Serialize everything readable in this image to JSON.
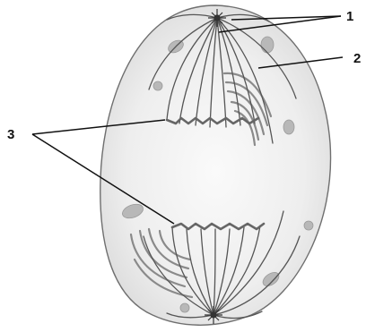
{
  "labels": {
    "label_1": "1",
    "label_2": "2",
    "label_3": "3"
  },
  "colors": {
    "cell_fill": "#ececec",
    "cell_outline": "#6f6f6f",
    "spindle_fiber": "#555555",
    "chromosome": "#666666",
    "organelle": "#b8b8b8",
    "leader_line": "#111111"
  }
}
